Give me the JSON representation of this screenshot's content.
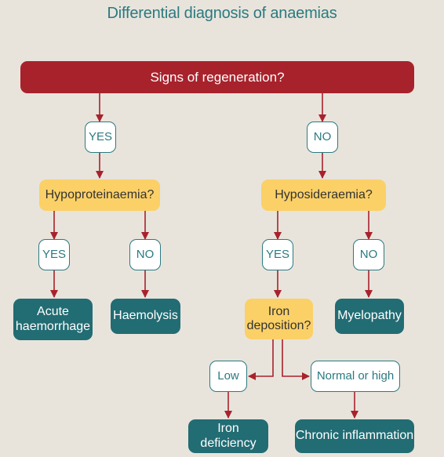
{
  "title": "Differential diagnosis of anaemias",
  "nodes": {
    "root": "Signs of regeneration?",
    "yes_top": "YES",
    "no_top": "NO",
    "hypoproteinaemia": "Hypoproteinaemia?",
    "hyposideraemia": "Hyposideraemia?",
    "yes_left": "YES",
    "no_left": "NO",
    "yes_right": "YES",
    "no_right": "NO",
    "acute_haemorrhage": "Acute\nhaemorrhage",
    "haemolysis": "Haemolysis",
    "iron_deposition": "Iron\ndeposition?",
    "myelopathy": "Myelopathy",
    "low": "Low",
    "normal_or_high": "Normal or high",
    "iron_deficiency": "Iron deficiency",
    "chronic_inflammation": "Chronic inflammation"
  },
  "colors": {
    "background": "#e8e4dc",
    "title": "#2b7a80",
    "root": "#a8222c",
    "question": "#fbd067",
    "outcome": "#226c73",
    "arrow": "#a8222c",
    "answer_border": "#2b7a80"
  }
}
